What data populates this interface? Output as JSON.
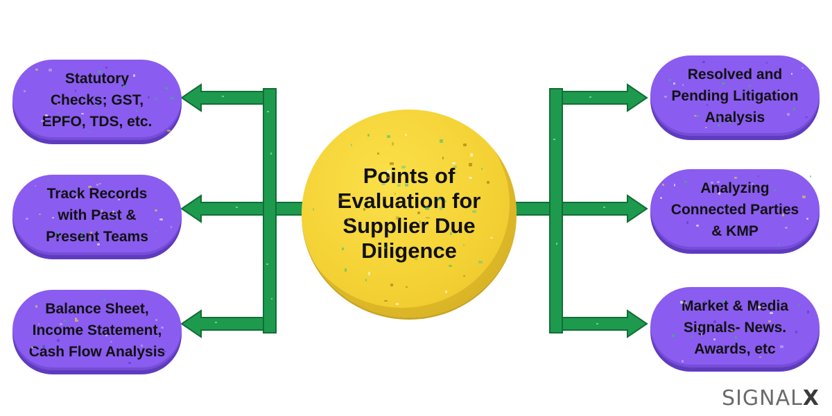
{
  "center": {
    "title": "Points of\nEvaluation for\nSupplier Due\nDiligence"
  },
  "left_nodes": [
    "Statutory\nChecks; GST,\nEPFO, TDS, etc.",
    "Track Records\nwith Past &\nPresent Teams",
    "Balance Sheet,\nIncome Statement,\nCash Flow Analysis"
  ],
  "right_nodes": [
    "Resolved and\nPending Litigation\nAnalysis",
    "Analyzing\nConnected Parties\n& KMP",
    "Market & Media\nSignals- News.\nAwards, etc"
  ],
  "logo": {
    "text": "SIGNAL",
    "accent": "X"
  },
  "colors": {
    "pill": "#8a5cf0",
    "hub": "#f4d235",
    "connector": "#1e9a4f"
  }
}
